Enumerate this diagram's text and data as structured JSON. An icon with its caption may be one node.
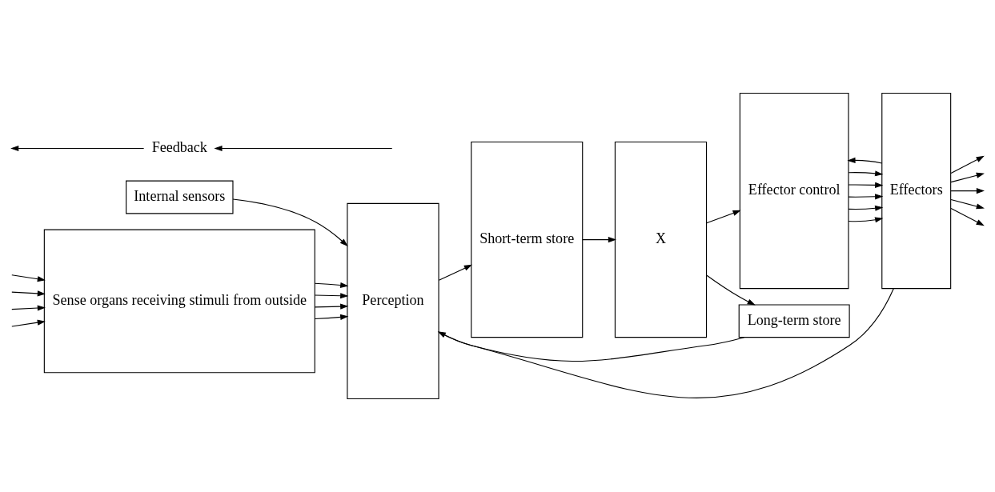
{
  "diagram": {
    "nodes": [
      {
        "text": [
          "Sense organs receiving stimuli from outside"
        ]
      },
      {
        "text": [
          "Internal sensors"
        ]
      },
      {
        "text": [
          "Perception"
        ]
      },
      {
        "text": [
          "Short-term store"
        ]
      },
      {
        "text": [
          "X"
        ]
      },
      {
        "text": [
          "Effector control"
        ]
      },
      {
        "text": [
          "Effectors"
        ]
      },
      {
        "text": [
          "Long-term store"
        ]
      },
      {
        "text": [
          "Feedback"
        ]
      }
    ],
    "edges": [
      {
        "from": null,
        "to": 0,
        "arrow": "to"
      },
      {
        "from": null,
        "to": 0,
        "arrow": "to"
      },
      {
        "from": null,
        "to": 0,
        "arrow": "to"
      },
      {
        "from": null,
        "to": 0,
        "arrow": "to"
      },
      {
        "from": 0,
        "to": 2,
        "arrow": "to"
      },
      {
        "from": 0,
        "to": 2,
        "arrow": "to"
      },
      {
        "from": 0,
        "to": 2,
        "arrow": "to"
      },
      {
        "from": 0,
        "to": 2,
        "arrow": "to"
      },
      {
        "from": 1,
        "to": 2,
        "arrow": "to"
      },
      {
        "from": 2,
        "to": 3,
        "arrow": "to"
      },
      {
        "from": 3,
        "to": 4,
        "arrow": "to"
      },
      {
        "from": 4,
        "to": 5,
        "arrow": "to"
      },
      {
        "from": 5,
        "to": 6,
        "arrow": "to"
      },
      {
        "from": 5,
        "to": 6,
        "arrow": "to"
      },
      {
        "from": 5,
        "to": 6,
        "arrow": "to"
      },
      {
        "from": 5,
        "to": 6,
        "arrow": "to"
      },
      {
        "from": 5,
        "to": 6,
        "arrow": "to"
      },
      {
        "from": 6,
        "to": null,
        "arrow": "to"
      },
      {
        "from": 6,
        "to": null,
        "arrow": "to"
      },
      {
        "from": 6,
        "to": null,
        "arrow": "to"
      },
      {
        "from": 6,
        "to": null,
        "arrow": "to"
      },
      {
        "from": 6,
        "to": null,
        "arrow": "to"
      },
      {
        "from": 2,
        "to": 6,
        "arrow": "none"
      },
      {
        "from": 6,
        "to": 5,
        "arrow": "to"
      },
      {
        "from": 4,
        "to": 7,
        "arrow": "to"
      },
      {
        "from": 7,
        "to": 2,
        "arrow": "to"
      },
      {
        "from": null,
        "to": 8,
        "arrow": "to"
      },
      {
        "from": 8,
        "to": null,
        "arrow": "to"
      }
    ]
  }
}
